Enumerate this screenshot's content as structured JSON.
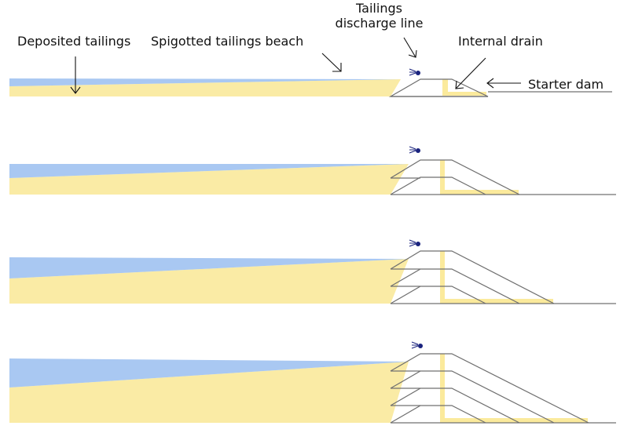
{
  "labels": {
    "deposited_tailings": "Deposited tailings",
    "spigotted_beach": "Spigotted tailings beach",
    "discharge_line_1": "Tailings",
    "discharge_line_2": "discharge line",
    "internal_drain": "Internal drain",
    "starter_dam": "Starter dam"
  },
  "stages": [
    {
      "lifts": 1
    },
    {
      "lifts": 2
    },
    {
      "lifts": 3
    },
    {
      "lifts": 4
    }
  ],
  "colors": {
    "tailings": "#FAEBA5",
    "water": "#A9C8F2",
    "drain": "#FBEA9C",
    "dam_outline": "#6F6F6F",
    "ground_line": "#707070",
    "pipe": "#1A237E",
    "arrow": "#111111"
  },
  "icons": {
    "discharge_pipe": "spigot-discharge-icon"
  }
}
